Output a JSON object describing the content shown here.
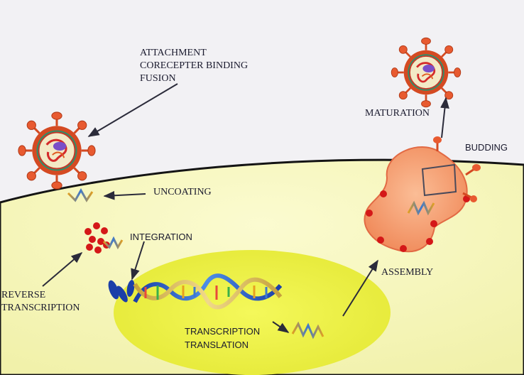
{
  "labels": {
    "attachment": [
      "ATTACHMENT",
      "CORECEPTER BINDING",
      "FUSION"
    ],
    "uncoating": "UNCOATING",
    "integration": "INTEGRATION",
    "reverse_transcription": [
      "REVERSE",
      "TRANSCRIPTION"
    ],
    "transcription_translation": [
      "TRANSCRIPTION",
      "TRANSLATION"
    ],
    "assembly": "ASSEMBLY",
    "budding": "BUDDING",
    "maturation": "MATURATION"
  },
  "colors": {
    "background": "#f2f1f4",
    "cytoplasm": "#f5f5b8",
    "cell_membrane": "#141414",
    "nucleus": "#eef24a",
    "virus_envelope": "#d44a22",
    "assembly_body": "#f7a67a",
    "arrow": "#2b2b3a"
  },
  "icons": [
    "virus-particle-icon",
    "dna-helix-icon",
    "rna-strand-icon"
  ]
}
